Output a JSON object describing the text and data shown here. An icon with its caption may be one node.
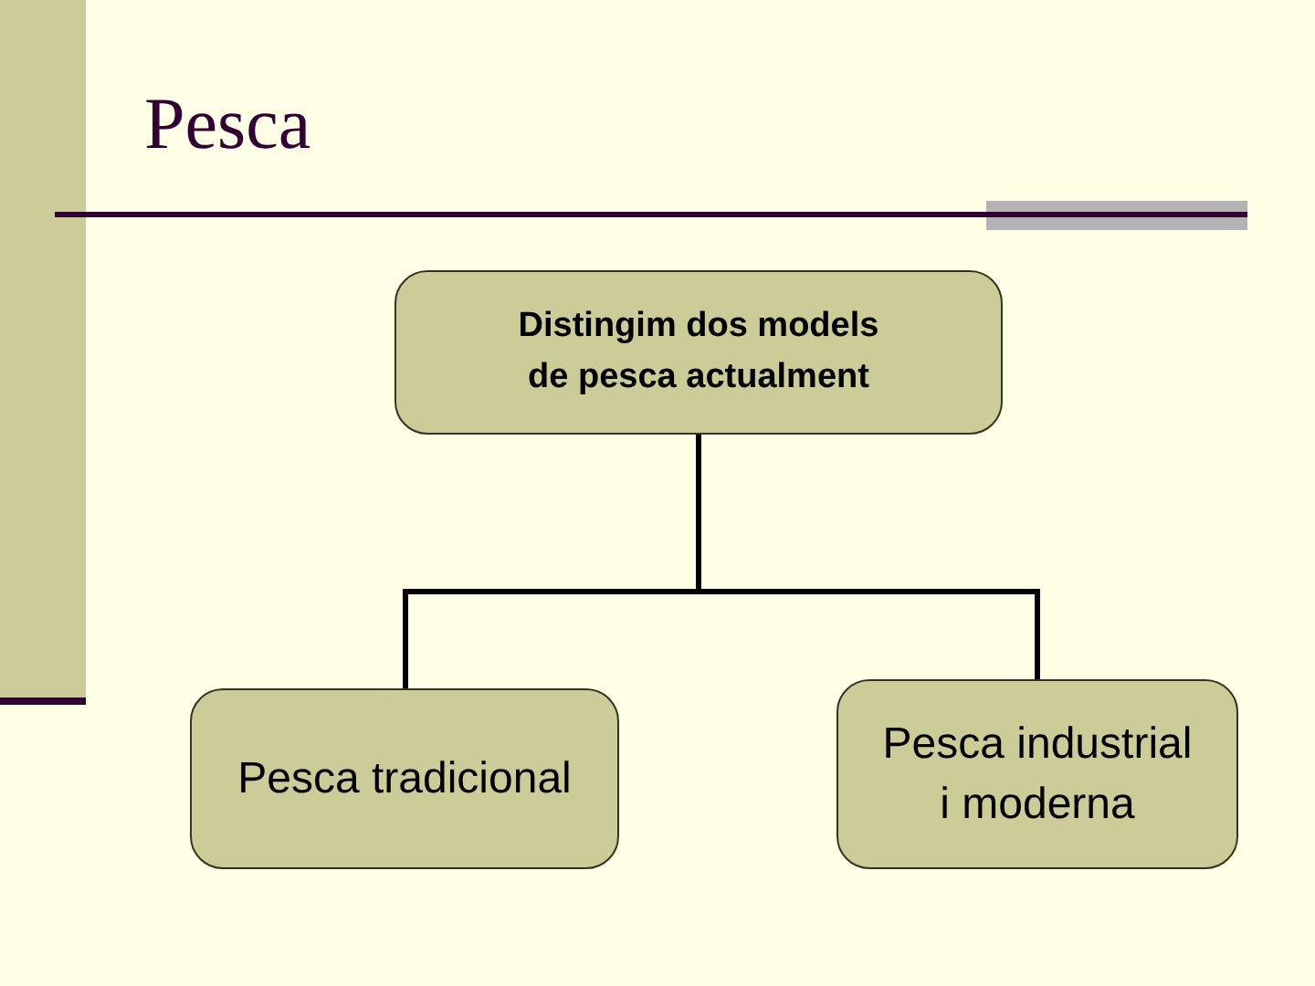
{
  "diagram": {
    "title": "Pesca",
    "nodes": [
      {
        "text": [
          "Distingim dos models de pesca actualment"
        ]
      },
      {
        "text": [
          "Pesca tradicional"
        ]
      },
      {
        "text": [
          "Pesca industrial i moderna"
        ]
      }
    ],
    "edges": [
      {
        "from": 0,
        "to": 1,
        "arrow": "none"
      },
      {
        "from": 0,
        "to": 2,
        "arrow": "none"
      }
    ]
  }
}
